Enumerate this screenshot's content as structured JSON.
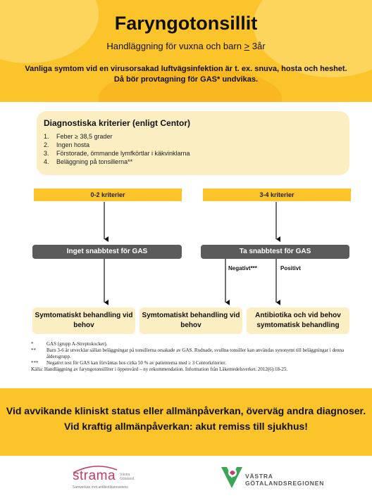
{
  "header": {
    "title": "Faryngotonsillit",
    "subtitle_prefix": "Handläggning för vuxna och barn ",
    "subtitle_symbol": ">",
    "subtitle_suffix": " 3år",
    "intro_line1": "Vanliga symtom vid en virusorsakad luftvägsinfektion är t. ex. snuva, hosta och heshet.",
    "intro_line2": "Då bör provtagning för GAS* undvikas."
  },
  "criteria": {
    "title": "Diagnostiska kriterier (enligt Centor)",
    "items": [
      {
        "num": "1.",
        "text": "Feber ≥ 38,5 grader"
      },
      {
        "num": "2.",
        "text": "Ingen hosta"
      },
      {
        "num": "3.",
        "text": "Förstorade, ömmande lymfkörtlar i käkvinklarna"
      },
      {
        "num": "4.",
        "text": "Beläggning på tonsillerna**"
      }
    ]
  },
  "flow": {
    "left_criteria": "0-2 kriterier",
    "right_criteria": "3-4 kriterier",
    "left_test": "Inget snabbtest för GAS",
    "right_test": "Ta snabbtest för GAS",
    "negative_label": "Negativt***",
    "positive_label": "Positivt",
    "outcome_left": "Symtomatiskt behandling vid behov",
    "outcome_middle": "Symtomatiskt behandling vid behov",
    "outcome_right": "Antibiotika och vid behov symtomatisk behandling"
  },
  "footnotes": {
    "items": [
      {
        "mark": "*",
        "text": "GAS (grupp A-Streptokocker)."
      },
      {
        "mark": "**",
        "text": "Barn 3-6 år utvecklar sällan beläggningar på tonsillerna orsakade av GAS. Rodnade, svullna tonsiller kan användas synonymt till beläggningar i denna åldersgrupp."
      },
      {
        "mark": "***",
        "text": "Negativt test för GAS kan förväntas hos cirka 50 % av patienterna med ≥ 3 Centorkriterier."
      }
    ],
    "source": "Källa: Handläggning av faryngotonsilliter i öppenvård – ny rekommendation. Information från Läkemedelsverket. 2012(6):18-25."
  },
  "warning": {
    "line1": "Vid avvikande kliniskt status eller allmänpåverkan, överväg andra diagnoser.",
    "line2": "Vid kraftig allmänpåverkan: akut remiss till sjukhus!"
  },
  "logos": {
    "strama_name": "strama",
    "strama_region_line1": "Västra",
    "strama_region_line2": "Götaland",
    "strama_tagline": "Samverkan mot antibiotikaresistens",
    "vgr_line1": "VÄSTRA",
    "vgr_line2": "GÖTALANDSREGIONEN"
  },
  "colors": {
    "accent_yellow": "#fbc42b",
    "light_yellow": "#fbeec3",
    "dark_grey": "#5b5b5b",
    "strama_pink": "#c23a6a",
    "vgr_green": "#3aa655"
  }
}
